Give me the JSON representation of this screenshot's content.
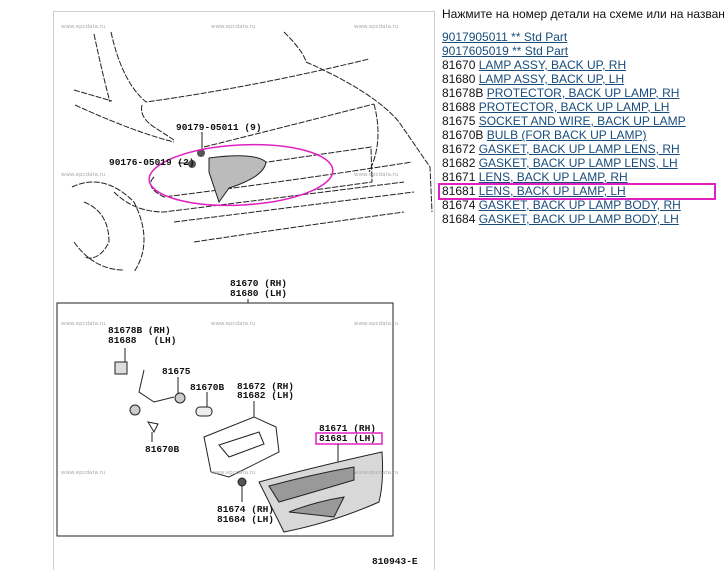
{
  "instruction": "Нажмите на номер детали на схеме или на назван",
  "parts": [
    {
      "number": "",
      "name": "9017905011 ** Std Part"
    },
    {
      "number": "",
      "name": "9017605019 ** Std Part"
    },
    {
      "number": "81670",
      "name": "LAMP ASSY, BACK UP, RH"
    },
    {
      "number": "81680",
      "name": "LAMP ASSY, BACK UP, LH"
    },
    {
      "number": "81678B",
      "name": "PROTECTOR, BACK UP LAMP, RH"
    },
    {
      "number": "81688",
      "name": "PROTECTOR, BACK UP LAMP, LH"
    },
    {
      "number": "81675",
      "name": "SOCKET AND WIRE, BACK UP LAMP"
    },
    {
      "number": "81670B",
      "name": "BULB (FOR BACK UP LAMP)"
    },
    {
      "number": "81672",
      "name": "GASKET, BACK UP LAMP LENS, RH"
    },
    {
      "number": "81682",
      "name": "GASKET, BACK UP LAMP LENS, LH"
    },
    {
      "number": "81671",
      "name": "LENS, BACK UP LAMP, RH"
    },
    {
      "number": "81681",
      "name": "LENS, BACK UP LAMP, LH"
    },
    {
      "number": "81674",
      "name": "GASKET, BACK UP LAMP BODY, RH"
    },
    {
      "number": "81684",
      "name": "GASKET, BACK UP LAMP BODY, LH"
    }
  ],
  "highlighted_part": "81681",
  "diagram": {
    "watermark": "www.epcdata.ru",
    "labels": {
      "bolt1": "90179-05011 (9)",
      "bolt2": "90176-05019 (2)",
      "assy_rh": "81670 (RH)",
      "assy_lh": "81680 (LH)",
      "prot_rh": "81678B (RH)",
      "prot_lh": "81688   (LH)",
      "socket": "81675",
      "bulb1": "81670B",
      "bulb2": "81670B",
      "gasket_rh": "81672 (RH)",
      "gasket_lh": "81682 (LH)",
      "lens_rh": "81671 (RH)",
      "lens_lh": "81681 (LH)",
      "body_rh": "81674 (RH)",
      "body_lh": "81684 (LH)",
      "code": "810943-E"
    },
    "highlight_color": "#e020c0"
  }
}
